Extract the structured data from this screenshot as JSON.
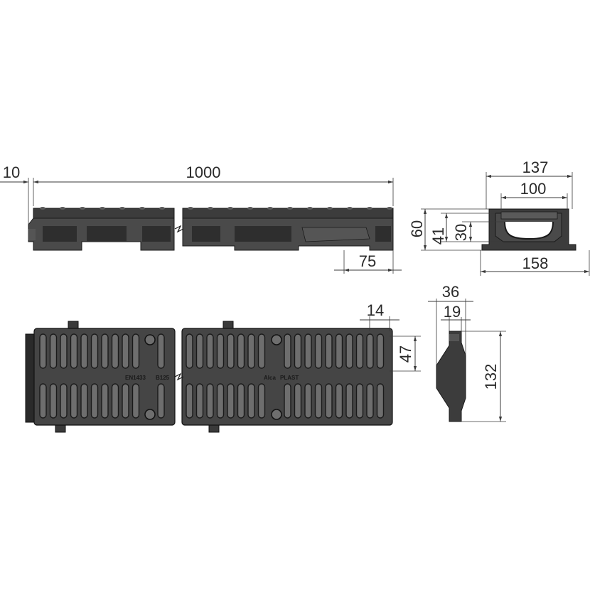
{
  "dimensions": {
    "length_total": "1000",
    "end_offset": "10",
    "end_segment": "75",
    "width_outer_top": "137",
    "width_inner": "100",
    "width_base": "158",
    "height_total": "60",
    "height_inner": "41",
    "height_channel": "30",
    "slot_pitch": "14",
    "slot_length": "47",
    "profile_width": "36",
    "profile_inner": "19",
    "profile_height": "132"
  },
  "grate_markings": {
    "standard": "EN1433",
    "load_class": "B125",
    "brand": "Alca",
    "brand_suffix": "PLAST"
  },
  "colors": {
    "body": "#3c3c3c",
    "slot": "#6e6e6e",
    "lines": "#3a3a3a"
  }
}
